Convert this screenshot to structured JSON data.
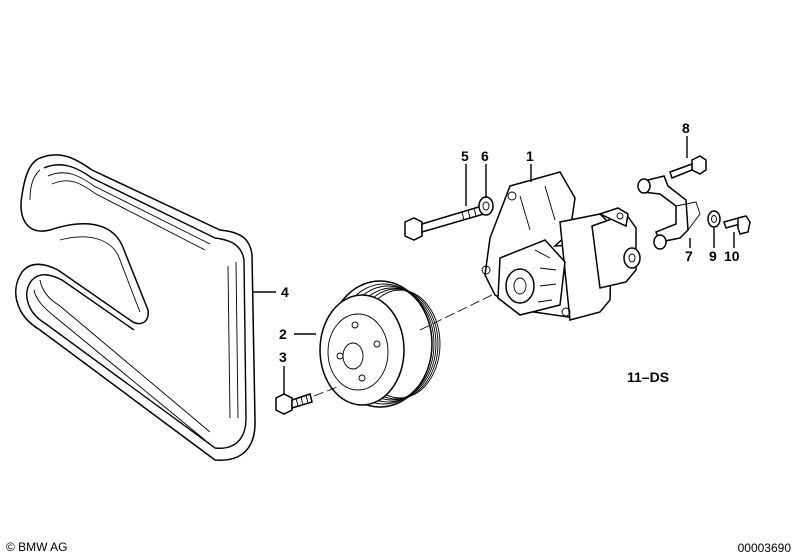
{
  "diagram": {
    "callouts": [
      {
        "id": "1",
        "text": "1"
      },
      {
        "id": "2",
        "text": "2"
      },
      {
        "id": "3",
        "text": "3"
      },
      {
        "id": "4",
        "text": "4"
      },
      {
        "id": "5",
        "text": "5"
      },
      {
        "id": "6",
        "text": "6"
      },
      {
        "id": "7",
        "text": "7"
      },
      {
        "id": "8",
        "text": "8"
      },
      {
        "id": "9",
        "text": "9"
      },
      {
        "id": "10",
        "text": "10"
      }
    ],
    "group_code": "11–DS"
  },
  "footer": {
    "copyright": "© BMW AG",
    "document_number": "00003690"
  }
}
